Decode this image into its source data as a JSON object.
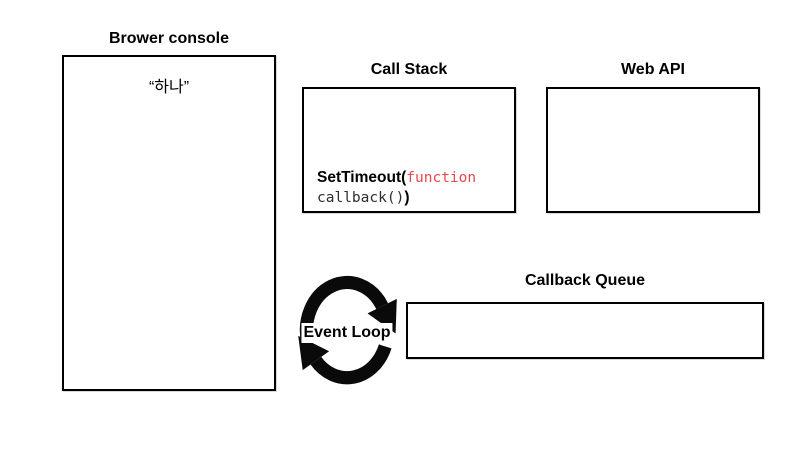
{
  "diagram": {
    "browser_console": {
      "title": "Brower console",
      "log": "“하나”"
    },
    "call_stack": {
      "title": "Call Stack",
      "code": {
        "bold_open": "SetTimeout(",
        "keyword": "function",
        "callback_call": "callback()",
        "bold_close": ")"
      }
    },
    "web_api": {
      "title": "Web API"
    },
    "callback_queue": {
      "title": "Callback Queue"
    },
    "event_loop": {
      "label": "Event Loop",
      "icon": "cycle-arrows-icon"
    }
  },
  "colors": {
    "background": "#ffffff",
    "box_border": "#000000",
    "keyword_red": "#e8484d",
    "code_text": "#2e2e2e",
    "icon_black": "#0a0a0a"
  }
}
